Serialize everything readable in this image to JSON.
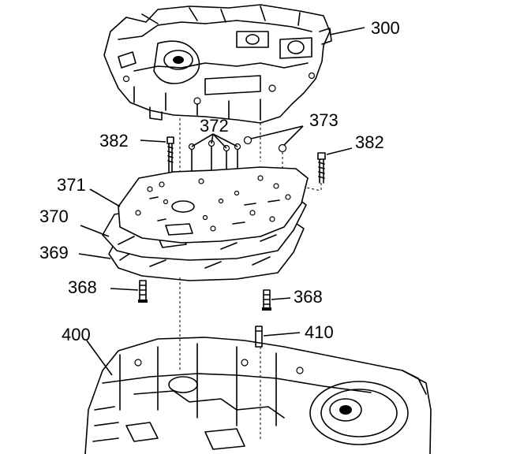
{
  "callouts": {
    "c300": "300",
    "c372": "372",
    "c373": "373",
    "c382_left": "382",
    "c382_right": "382",
    "c371": "371",
    "c370": "370",
    "c369": "369",
    "c368_left": "368",
    "c368_right": "368",
    "c400": "400",
    "c410": "410"
  }
}
